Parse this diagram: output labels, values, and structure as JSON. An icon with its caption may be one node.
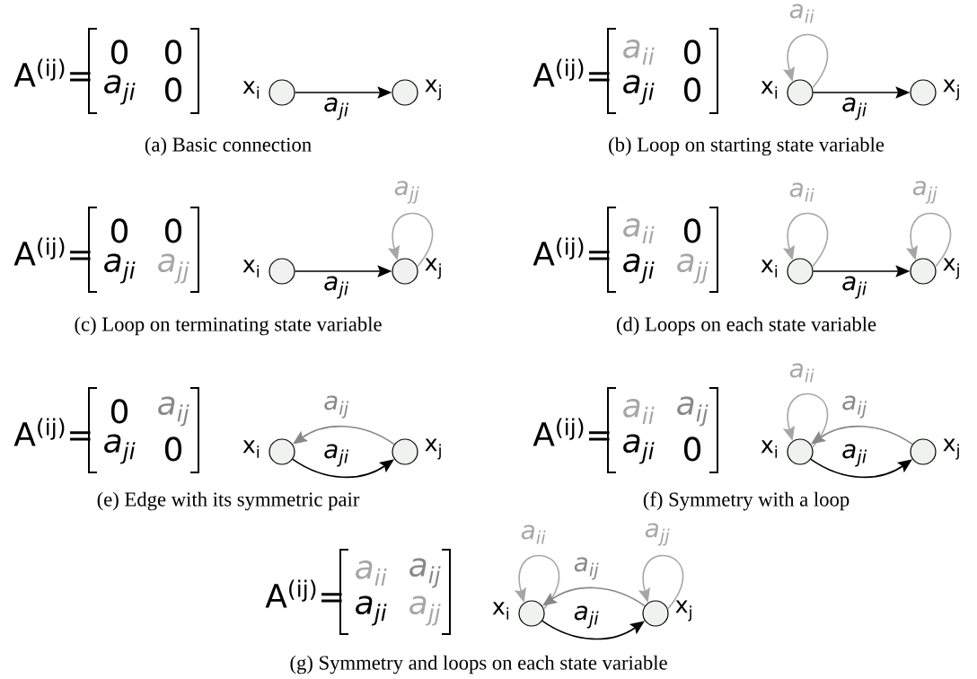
{
  "diagram": {
    "nodes": [
      {
        "text": [],
        "shape": "circle",
        "beside": [
          "x$_{i}$"
        ]
      },
      {
        "text": [],
        "shape": "circle",
        "beside": [
          "x$_{j}$"
        ]
      },
      {
        "text": [],
        "shape": "circle",
        "beside": [
          "x$_{i}$"
        ]
      },
      {
        "text": [],
        "shape": "circle",
        "beside": [
          "x$_{j}$"
        ]
      },
      {
        "text": [],
        "shape": "circle",
        "beside": [
          "x$_{i}$"
        ]
      },
      {
        "text": [],
        "shape": "circle",
        "beside": [
          "x$_{j}$"
        ]
      },
      {
        "text": [],
        "shape": "circle",
        "beside": [
          "x$_{i}$"
        ]
      },
      {
        "text": [],
        "shape": "circle",
        "beside": [
          "x$_{j}$"
        ]
      },
      {
        "text": [],
        "shape": "circle",
        "beside": [
          "x$_{i}$"
        ]
      },
      {
        "text": [],
        "shape": "circle",
        "beside": [
          "x$_{j}$"
        ]
      },
      {
        "text": [],
        "shape": "circle",
        "beside": [
          "x$_{i}$"
        ]
      },
      {
        "text": [],
        "shape": "circle",
        "beside": [
          "x$_{j}$"
        ]
      },
      {
        "text": [],
        "shape": "circle",
        "beside": [
          "x$_{i}$"
        ]
      },
      {
        "text": [],
        "shape": "circle",
        "beside": [
          "x$_{j}$"
        ]
      }
    ],
    "edges": [
      {
        "from": 0,
        "to": 1,
        "arrow": "to",
        "label": "a$_{ji}$"
      },
      {
        "from": 2,
        "to": 2,
        "arrow": "to",
        "label": "a$_{ii}$",
        "color": "#a6a6a6"
      },
      {
        "from": 2,
        "to": 3,
        "arrow": "to",
        "label": "a$_{ji}$"
      },
      {
        "from": 4,
        "to": 5,
        "arrow": "to",
        "label": "a$_{ji}$"
      },
      {
        "from": 5,
        "to": 5,
        "arrow": "to",
        "label": "a$_{jj}$",
        "color": "#a6a6a6"
      },
      {
        "from": 6,
        "to": 6,
        "arrow": "to",
        "label": "a$_{ii}$",
        "color": "#a6a6a6"
      },
      {
        "from": 6,
        "to": 7,
        "arrow": "to",
        "label": "a$_{ji}$"
      },
      {
        "from": 7,
        "to": 7,
        "arrow": "to",
        "label": "a$_{jj}$",
        "color": "#a6a6a6"
      },
      {
        "from": 8,
        "to": 9,
        "arrow": "to",
        "label": "a$_{ji}$"
      },
      {
        "from": 9,
        "to": 8,
        "arrow": "to",
        "label": "a$_{ij}$",
        "color": "#888888"
      },
      {
        "from": 10,
        "to": 10,
        "arrow": "to",
        "label": "a$_{ii}$",
        "color": "#a6a6a6"
      },
      {
        "from": 10,
        "to": 11,
        "arrow": "to",
        "label": "a$_{ji}$"
      },
      {
        "from": 11,
        "to": 10,
        "arrow": "to",
        "label": "a$_{ij}$",
        "color": "#888888"
      },
      {
        "from": 12,
        "to": 12,
        "arrow": "to",
        "label": "a$_{ii}$",
        "color": "#a6a6a6"
      },
      {
        "from": 12,
        "to": 13,
        "arrow": "to",
        "label": "a$_{ji}$"
      },
      {
        "from": 13,
        "to": 12,
        "arrow": "to",
        "label": "a$_{ij}$",
        "color": "#888888"
      },
      {
        "from": 13,
        "to": 13,
        "arrow": "to",
        "label": "a$_{jj}$",
        "color": "#a6a6a6"
      }
    ],
    "labels": [
      "A$^{(ij)}$=",
      "0",
      "0",
      "a$_{ji}$",
      "0",
      "(a)  Basic connection",
      "A$^{(ij)}$=",
      "a$_{ii}$",
      "0",
      "a$_{ji}$",
      "0",
      "(b)  Loop on starting state variable",
      "A$^{(ij)}$=",
      "0",
      "0",
      "a$_{ji}$",
      "a$_{jj}$",
      "(c)  Loop on terminating state variable",
      "A$^{(ij)}$=",
      "a$_{ii}$",
      "0",
      "a$_{ji}$",
      "a$_{jj}$",
      "(d)  Loops on each state variable",
      "A$^{(ij)}$=",
      "0",
      "a$_{ij}$",
      "a$_{ji}$",
      "0",
      "(e)  Edge with its symmetric pair",
      "A$^{(ij)}$=",
      "a$_{ii}$",
      "a$_{ij}$",
      "a$_{ji}$",
      "0",
      "(f)  Symmetry with a loop",
      "A$^{(ij)}$=",
      "a$_{ii}$",
      "a$_{ij}$",
      "a$_{ji}$",
      "a$_{jj}$",
      "(g)  Symmetry and loops on each state variable"
    ]
  }
}
